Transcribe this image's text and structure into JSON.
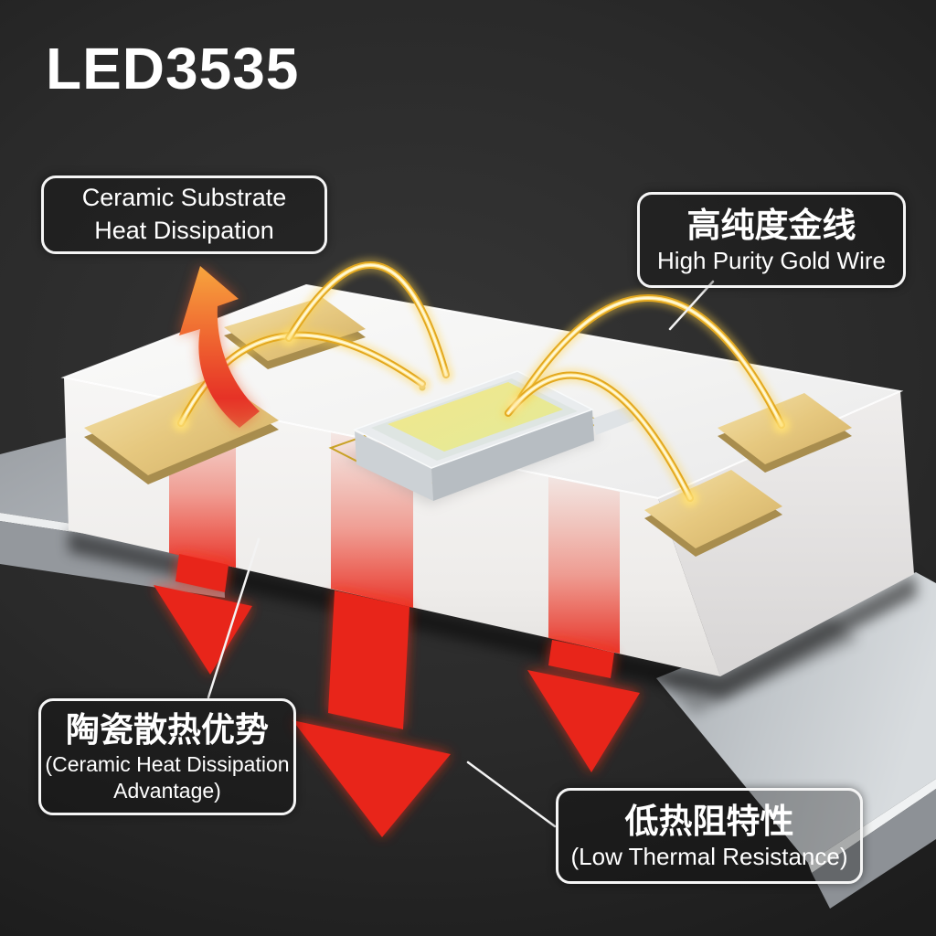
{
  "title": "LED3535",
  "callouts": {
    "box1": {
      "line1": "Ceramic Substrate",
      "line2": "Heat Dissipation"
    },
    "box2": {
      "zh": "高纯度金线",
      "en": "High Purity Gold Wire"
    },
    "box3": {
      "zh": "陶瓷散热优势",
      "en_line1": "(Ceramic Heat Dissipation",
      "en_line2": "Advantage)"
    },
    "box4": {
      "zh": "低热阻特性",
      "en": "(Low Thermal Resistance)"
    }
  },
  "illustration": {
    "subject": "LED3535 ceramic package cross view",
    "icons": [
      {
        "name": "heat-up-arrow-icon",
        "meaning": "heat rising from ceramic substrate",
        "color": "#f59a3c"
      },
      {
        "name": "heat-down-arrow-icon",
        "meaning": "heat conducted downward through substrate",
        "color": "#e8251a"
      }
    ],
    "colors": {
      "background": "#242424",
      "ceramic_white": "#f4f3f2",
      "gold_pad": "#e6c87f",
      "gold_wire": "#f3bc2e",
      "phosphor_yellow": "#ece487",
      "metal_silver": "#b9bec3",
      "arrow_red": "#e8251a",
      "arrow_orange": "#f59a3c",
      "text": "#ffffff"
    }
  }
}
